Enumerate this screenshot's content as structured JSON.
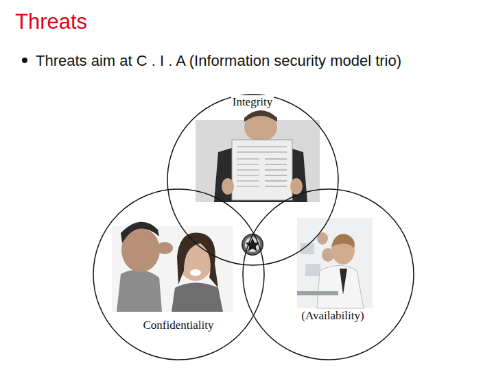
{
  "diagram": {
    "title": "Threats",
    "nodes": [
      {
        "text": [
          "Integrity"
        ]
      },
      {
        "text": [
          "Confidentiality"
        ]
      },
      {
        "text": [
          "(Availability)"
        ]
      }
    ],
    "labels": [
      "Threats aim at C . I . A (Information security model trio)"
    ]
  }
}
